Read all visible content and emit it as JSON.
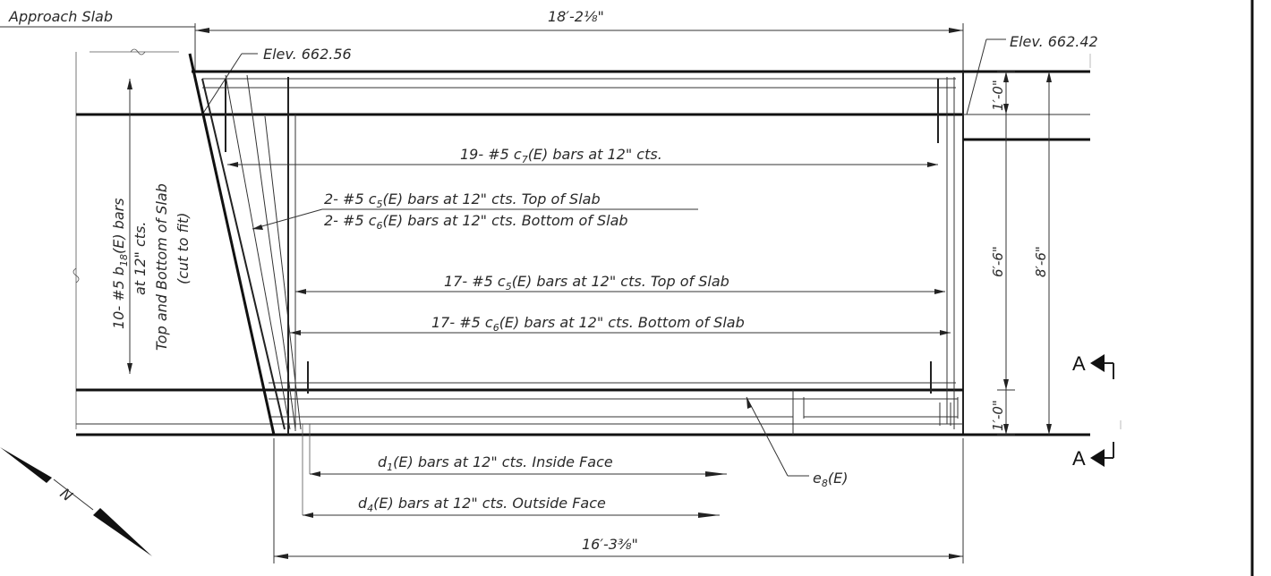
{
  "labels": {
    "approach_slab": "Approach Slab",
    "dim_top": "18′-2⅛\"",
    "elev_left": "Elev. 662.56",
    "elev_right": "Elev. 662.42",
    "c7_pre": "19- #5 c",
    "c7_sub": "7",
    "c7_post": "(E) bars at 12\" cts.",
    "c5_top_pre": "2- #5 c",
    "c5_top_sub": "5",
    "c5_top_post": "(E) bars at 12\" cts. Top of Slab",
    "c6_bot_pre": "2- #5 c",
    "c6_bot_sub": "6",
    "c6_bot_post": "(E) bars at 12\" cts. Bottom of Slab",
    "c5_17_pre": "17- #5 c",
    "c5_17_sub": "5",
    "c5_17_post": "(E) bars at 12\" cts. Top of Slab",
    "c6_17_pre": "17- #5 c",
    "c6_17_sub": "6",
    "c6_17_post": "(E) bars at 12\" cts. Bottom of Slab",
    "b18_line1_pre": "10- #5 b",
    "b18_line1_sub": "18",
    "b18_line1_post": "(E) bars",
    "b18_line2": "at 12\" cts.",
    "b18_line3": "Top and Bottom of Slab",
    "b18_line4": "(cut to fit)",
    "d1_pre": "d",
    "d1_sub": "1",
    "d1_post": "(E) bars at 12\" cts. Inside Face",
    "d4_pre": "d",
    "d4_sub": "4",
    "d4_post": "(E) bars at 12\" cts. Outside Face",
    "e8_pre": "e",
    "e8_sub": "8",
    "e8_post": "(E)",
    "dim_bottom": "16′-3⅜\"",
    "dim_1ft_top": "1′-0\"",
    "dim_6ft": "6′-6\"",
    "dim_1ft_bot": "1′-0\"",
    "dim_8ft": "8′-6\"",
    "section_top": "A",
    "section_bottom": "A",
    "north": "N"
  }
}
